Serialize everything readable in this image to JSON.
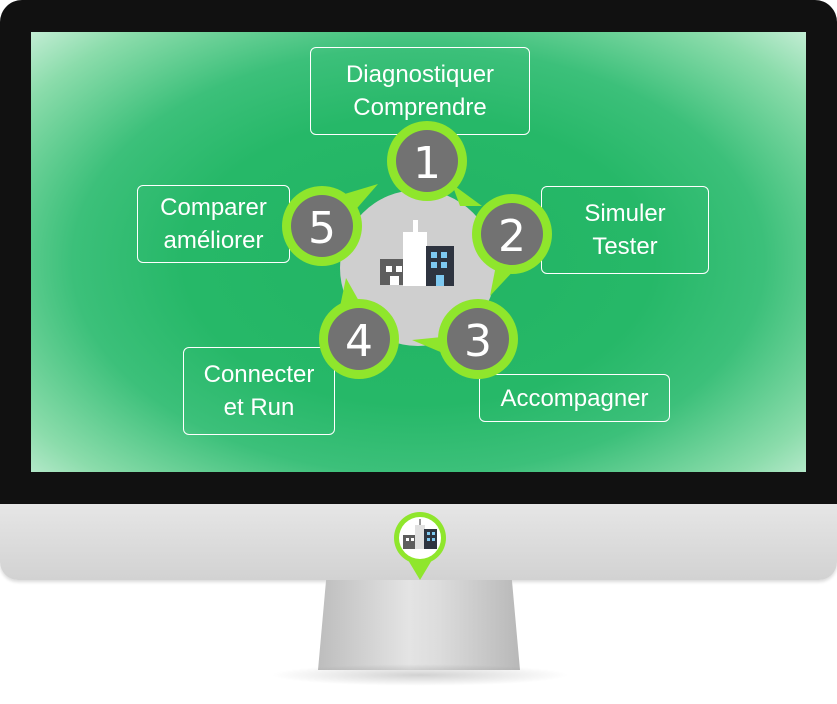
{
  "steps": [
    {
      "number": "1",
      "line1": "Diagnostiquer",
      "line2": "Comprendre"
    },
    {
      "number": "2",
      "line1": "Simuler",
      "line2": "Tester"
    },
    {
      "number": "3",
      "line1": "Accompagner",
      "line2": ""
    },
    {
      "number": "4",
      "line1": "Connecter",
      "line2": "et Run"
    },
    {
      "number": "5",
      "line1": "Comparer",
      "line2": "améliorer"
    }
  ],
  "colors": {
    "pin_green": "#8fe62c",
    "circle_gray": "#727272",
    "screen_green": "#26b868",
    "center_gray": "#cfcfcf",
    "bezel": "#111111"
  },
  "icons": {
    "center": "city-buildings-icon",
    "logo": "map-pin-buildings-icon"
  }
}
